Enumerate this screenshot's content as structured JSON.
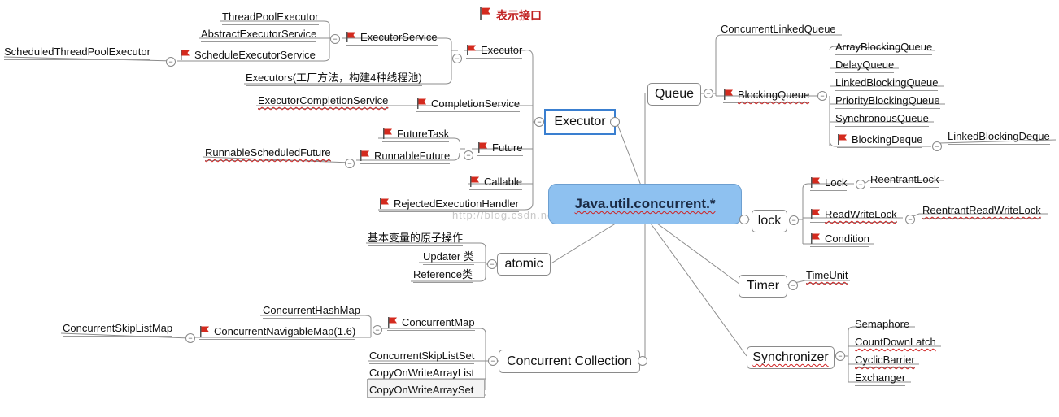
{
  "legend": {
    "text": "表示接口"
  },
  "watermark": "http://blog.csdn.net",
  "center": {
    "label": "Java.util.concurrent.*"
  },
  "executor_branch": {
    "title": "Executor",
    "executor_node": "Executor",
    "executor_service": "ExecutorService",
    "thread_pool_executor": "ThreadPoolExecutor",
    "abstract_executor_service": "AbstractExecutorService",
    "schedule_executor_service": "ScheduleExecutorService",
    "scheduled_thread_pool_executor": "ScheduledThreadPoolExecutor",
    "executors": "Executors(工厂方法，构建4种线程池)",
    "completion_service": "CompletionService",
    "executor_completion_service": "ExecutorCompletionService",
    "future": "Future",
    "future_task": "FutureTask",
    "runnable_future": "RunnableFuture",
    "runnable_scheduled_future": "RunnableScheduledFuture",
    "callable": "Callable",
    "rejected_execution_handler": "RejectedExecutionHandler"
  },
  "atomic_branch": {
    "title": "atomic",
    "items": [
      "基本变量的原子操作",
      "Updater 类",
      "Reference类"
    ]
  },
  "collection_branch": {
    "title": "Concurrent Collection",
    "concurrent_map": "ConcurrentMap",
    "concurrent_hash_map": "ConcurrentHashMap",
    "concurrent_navigable_map": "ConcurrentNavigableMap(1.6)",
    "concurrent_skip_list_map": "ConcurrentSkipListMap",
    "concurrent_skip_list_set": "ConcurrentSkipListSet",
    "copy_on_write_array_list": "CopyOnWriteArrayList",
    "copy_on_write_array_set": "CopyOnWriteArraySet"
  },
  "queue_branch": {
    "title": "Queue",
    "concurrent_linked_queue": "ConcurrentLinkedQueue",
    "blocking_queue": "BlockingQueue",
    "items": [
      "ArrayBlockingQueue",
      "DelayQueue",
      "LinkedBlockingQueue",
      "PriorityBlockingQueue",
      "SynchronousQueue"
    ],
    "blocking_deque": "BlockingDeque",
    "linked_blocking_deque": "LinkedBlockingDeque"
  },
  "lock_branch": {
    "title": "lock",
    "lock": "Lock",
    "reentrant_lock": "ReentrantLock",
    "read_write_lock": "ReadWriteLock",
    "reentrant_read_write_lock": "ReentrantReadWriteLock",
    "condition": "Condition"
  },
  "timer_branch": {
    "title": "Timer",
    "time_unit": "TimeUnit"
  },
  "synchronizer_branch": {
    "title": "Synchronizer",
    "items": [
      "Semaphore",
      "CountDownLatch",
      "CyclicBarrier",
      "Exchanger"
    ]
  },
  "colors": {
    "flag": "#d42a1e",
    "center_fill": "#8ec1f0",
    "selection": "#3a7fd0",
    "line": "#8c8c8c"
  }
}
